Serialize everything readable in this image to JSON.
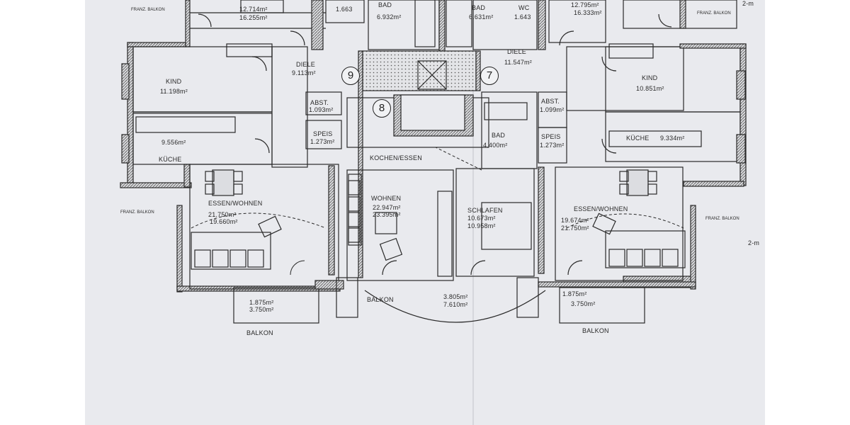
{
  "plan": {
    "apartment_numbers": [
      "9",
      "8",
      "7"
    ],
    "rooms_top": [
      {
        "id": "top-left-room",
        "area": "12.714m²",
        "area2": "16.255m²"
      },
      {
        "id": "top-wc-left",
        "area": "1.663"
      },
      {
        "id": "top-bad-left",
        "name": "BAD",
        "area": "6.932m²"
      },
      {
        "id": "top-bad-right",
        "name": "BAD",
        "area": "6.631m²"
      },
      {
        "id": "top-wc-right",
        "name": "WC",
        "area": "1.643"
      },
      {
        "id": "top-right-room",
        "area": "12.795m²",
        "area2": "16.333m²"
      }
    ],
    "rooms": {
      "diele_left": {
        "name": "DIELE",
        "area": "9.113m²"
      },
      "diele_right": {
        "name": "DIELE",
        "area": "11.547m²"
      },
      "kind_left": {
        "name": "KIND",
        "area": "11.198m²"
      },
      "kind_right": {
        "name": "KIND",
        "area": "10.851m²"
      },
      "abst_left": {
        "name": "ABST.",
        "area": "1.093m²"
      },
      "abst_right": {
        "name": "ABST.",
        "area": "1.099m²"
      },
      "speis_left": {
        "name": "SPEIS",
        "area": "1.273m²"
      },
      "speis_right": {
        "name": "SPEIS",
        "area": "1.273m²"
      },
      "kueche_left": {
        "name": "KÜCHE",
        "area": "9.556m²"
      },
      "kueche_right": {
        "name": "KÜCHE",
        "area": "9.334m²"
      },
      "bad_mid": {
        "name": "BAD",
        "area": "4.400m²"
      },
      "kochen_essen": {
        "name": "KOCHEN/ESSEN"
      },
      "wohnen": {
        "name": "WOHNEN",
        "area": "22.947m²",
        "area2": "23.395m²"
      },
      "schlafen": {
        "name": "SCHLAFEN",
        "area": "10.673m²",
        "area2": "10.958m²"
      },
      "essen_wohnen_left": {
        "name": "ESSEN/WOHNEN",
        "area": "21.750m²",
        "area2": "19.660m²"
      },
      "essen_wohnen_right": {
        "name": "ESSEN/WOHNEN",
        "area": "19.674m²",
        "area2": "21.750m²"
      }
    },
    "balconies": {
      "left": {
        "area": "1.875m²",
        "area2": "3.750m²",
        "label": "BALKON"
      },
      "mid": {
        "area": "3.805m²",
        "area2": "7.610m²",
        "label": "BALKON"
      },
      "right": {
        "area": "1.875m²",
        "area2": "3.750m²",
        "label": "BALKON"
      }
    },
    "franz_balkon": [
      "FRANZ. BALKON",
      "FRANZ. BALKON",
      "FRANZ. BALKON",
      "FRANZ. BALKON"
    ],
    "edge_marks": [
      "2-m",
      "2-m"
    ],
    "colors": {
      "paper": "#e9eaee",
      "ink": "#2a2a2a",
      "hatch": "#7d7d7d"
    }
  }
}
